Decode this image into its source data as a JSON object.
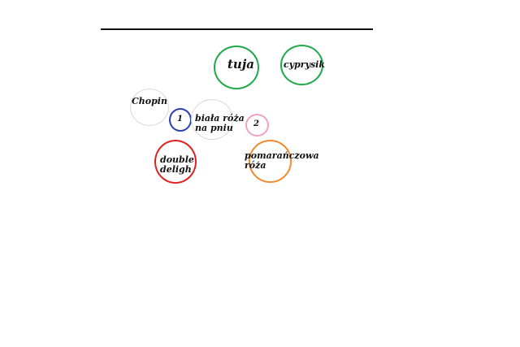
{
  "colors": {
    "line": "#111111",
    "green": "#1faa4a",
    "light_gray": "#d9d9d9",
    "blue": "#2b3fb0",
    "pink": "#f0a0c0",
    "red": "#dd2222",
    "orange": "#f08a2c",
    "text": "#111111"
  },
  "plants": {
    "tuja": "tuja",
    "cyprysik": "cyprysik",
    "chopin": "Chopin",
    "marker_1": "1",
    "biala_roza_line1": "biała róża",
    "biala_roza_line2": "na pniu",
    "marker_2": "2",
    "double_delight_line1": "double",
    "double_delight_line2": "deligh",
    "pomaranczowa_roza_line1": "pomarańczowa",
    "pomaranczowa_roza_line2": "róża"
  }
}
